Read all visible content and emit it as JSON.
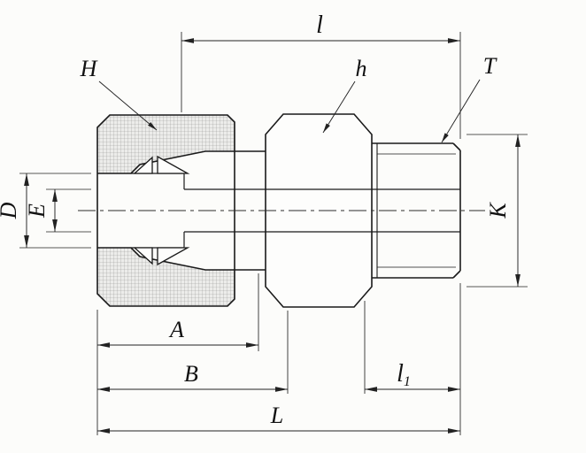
{
  "drawing": {
    "labels": {
      "nut": "H",
      "body_hex": "h",
      "thread": "T",
      "length_l": "l",
      "tube_bore": "D",
      "through_bore": "E",
      "across_flats": "K",
      "dim_a": "A",
      "dim_b": "B",
      "thread_length_base": "l",
      "thread_length_sub": "1",
      "overall_length": "L"
    },
    "colors": {
      "line": "#1a1a1a",
      "dim_line": "#222222",
      "background": "#fcfcfa",
      "hatch": "#9a9a98"
    }
  }
}
